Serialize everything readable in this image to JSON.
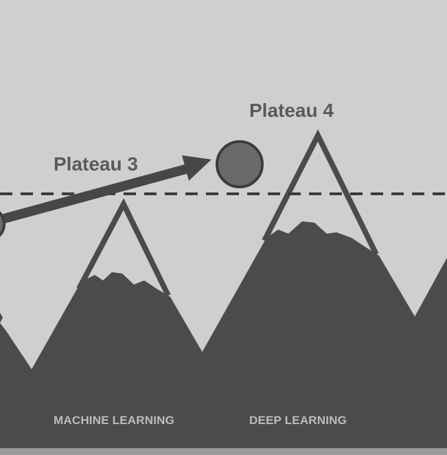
{
  "labels": {
    "plateau_3": "Plateau 3",
    "plateau_4": "Plateau 4",
    "machine_learning": "MACHINE LEARNING",
    "deep_learning": "DEEP LEARNING"
  },
  "colors": {
    "background": "#cfcfcf",
    "mountain": "#4b4b4b",
    "mountain_outline": "#4b4b4b",
    "ball": "#6a6a6a",
    "ball_outline": "#3c3c3c",
    "arrow": "#474747",
    "dashed_line": "#3a3a3a",
    "range_label": "#bdbdbd",
    "plateau_label": "#5a5a5a"
  }
}
